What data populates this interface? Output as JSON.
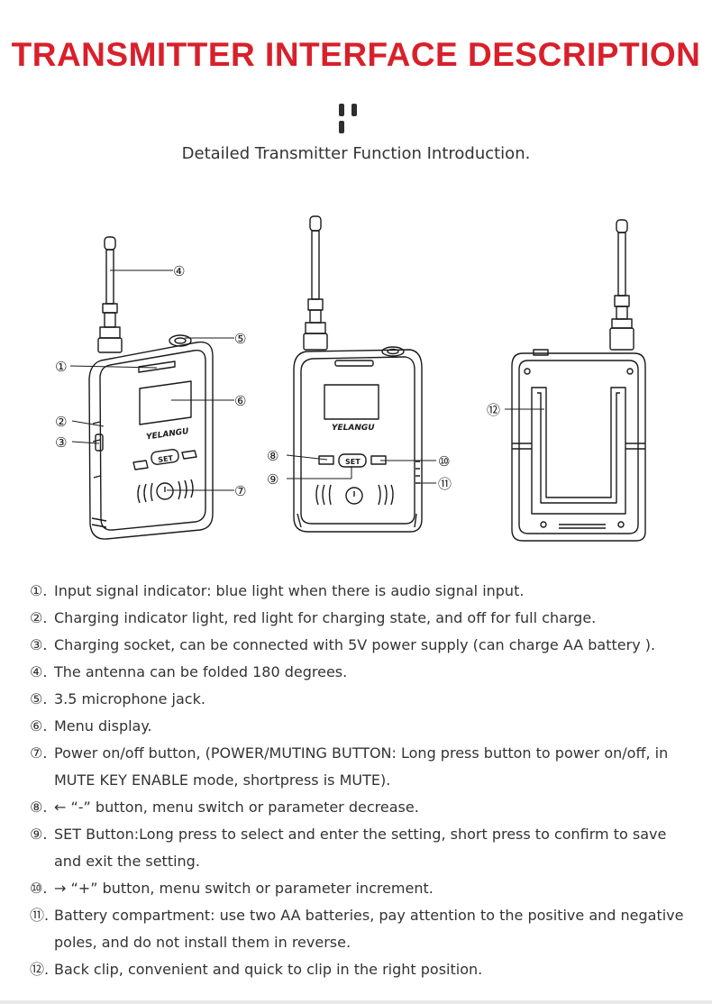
{
  "title": "TRANSMITTER INTERFACE DESCRIPTION",
  "subtitle": "Detailed Transmitter Function Introduction.",
  "device": {
    "brand": "YELANGU",
    "set_label": "SET"
  },
  "callouts": [
    "①",
    "②",
    "③",
    "④",
    "⑤",
    "⑥",
    "⑦",
    "⑧",
    "⑨",
    "⑩",
    "⑪",
    "⑫"
  ],
  "items": [
    {
      "num": "①.",
      "text": "Input signal indicator: blue light when there is audio signal input."
    },
    {
      "num": "②.",
      "text": "Charging indicator light, red light for charging state, and off for full charge."
    },
    {
      "num": "③.",
      "text": "Charging socket, can be connected with 5V power supply (can charge AA battery )."
    },
    {
      "num": "④.",
      "text": "The antenna can be folded 180 degrees."
    },
    {
      "num": "⑤.",
      "text": "3.5 microphone jack."
    },
    {
      "num": "⑥.",
      "text": "Menu display."
    },
    {
      "num": "⑦.",
      "text": "Power on/off button, (POWER/MUTING BUTTON: Long press button to power on/off, in MUTE KEY ENABLE mode, shortpress is MUTE)."
    },
    {
      "num": "⑧.",
      "text": "← “-” button, menu switch or parameter decrease."
    },
    {
      "num": "⑨.",
      "text": "SET Button:Long press to select and enter the setting, short press to confirm to save and exit the setting."
    },
    {
      "num": "⑩.",
      "text": "→ “+” button, menu switch or parameter increment."
    },
    {
      "num": "⑪.",
      "text": "Battery compartment: use two AA batteries, pay attention to the positive and negative poles, and do not install them in reverse."
    },
    {
      "num": "⑫.",
      "text": "Back clip, convenient and quick to clip in the right position."
    }
  ],
  "colors": {
    "accent": "#d8202b",
    "text": "#333333",
    "line": "#1a1a1a"
  }
}
